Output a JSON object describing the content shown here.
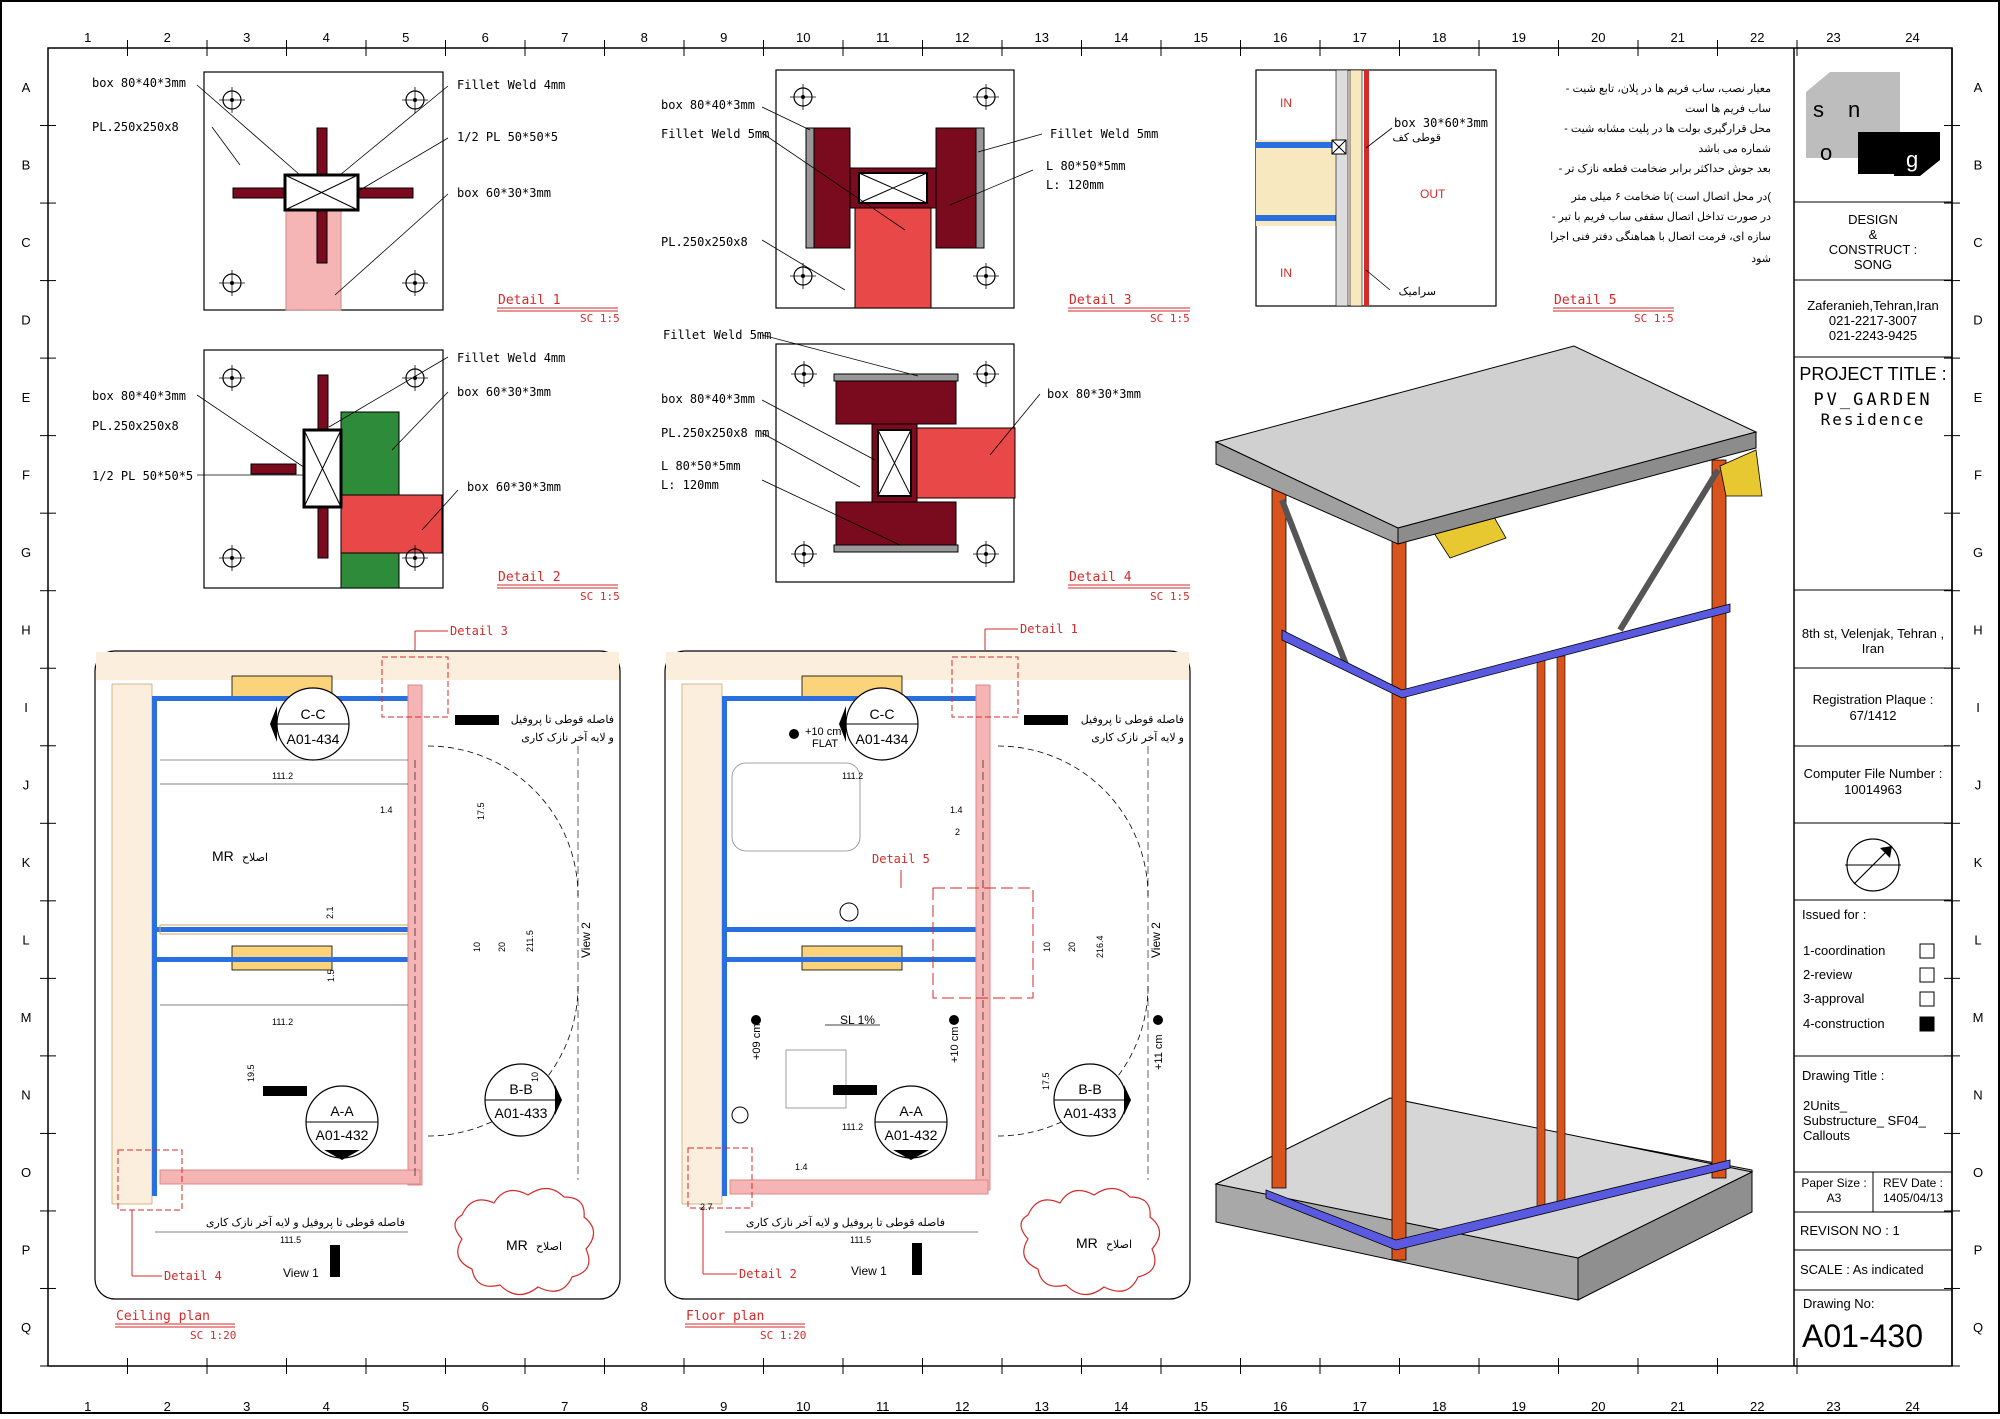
{
  "grid": {
    "columns": [
      "1",
      "2",
      "3",
      "4",
      "5",
      "6",
      "7",
      "8",
      "9",
      "10",
      "11",
      "12",
      "13",
      "14",
      "15",
      "16",
      "17",
      "18",
      "19",
      "20",
      "21",
      "22"
    ],
    "tb_columns": [
      "23",
      "24"
    ],
    "rows": [
      "A",
      "B",
      "C",
      "D",
      "E",
      "F",
      "G",
      "H",
      "I",
      "J",
      "K",
      "L",
      "M",
      "N",
      "O",
      "P",
      "Q"
    ]
  },
  "detail1": {
    "labels": [
      "box 80*40*3mm",
      "PL.250x250x8",
      "Fillet Weld 4mm",
      "1/2 PL 50*50*5",
      "box 60*30*3mm"
    ],
    "title": "Detail 1",
    "scale": "SC  1:5"
  },
  "detail2": {
    "labels": [
      "Fillet Weld 4mm",
      "box 80*40*3mm",
      "PL.250x250x8",
      "box 60*30*3mm",
      "1/2 PL 50*50*5",
      "box 60*30*3mm"
    ],
    "title": "Detail 2",
    "scale": "SC  1:5"
  },
  "detail3": {
    "labels": [
      "box 80*40*3mm",
      "Fillet Weld 5mm",
      "PL.250x250x8",
      "Fillet Weld 5mm",
      "L 80*50*5mm",
      "L: 120mm"
    ],
    "title": "Detail 3",
    "scale": "SC  1:5"
  },
  "detail4": {
    "labels": [
      "Fillet Weld 5mm",
      "box 80*40*3mm",
      "PL.250x250x8 mm",
      "L 80*50*5mm",
      "L: 120mm",
      "box 80*30*3mm"
    ],
    "title": "Detail 4",
    "scale": "SC  1:5"
  },
  "detail5": {
    "labels": [
      "IN",
      "IN",
      "OUT",
      "box 30*60*3mm",
      "قوطی کف",
      "سرامیک"
    ],
    "title": "Detail 5",
    "scale": "SC  1:5"
  },
  "notes": [
    "- معیار نصب، ساب فریم ها در پلان، تابع شیت",
    "ساب فریم ها است",
    "- محل قرارگیری بولت ها در پلیت مشابه شیت",
    "شماره   می باشد",
    "- بعد جوش حداکثر برابر ضخامت قطعه نازک تر",
    "در محل اتصال است )تا ضخامت ۶ میلی متر(",
    "- در صورت تداخل اتصال سقفی ساب فریم با تیر",
    "سازه ای، فرمت اتصال با هماهنگی دفتر فنی اجرا",
    "شود"
  ],
  "ceiling_plan": {
    "title": "Ceiling plan",
    "scale": "SC  1:20",
    "callout_top": "Detail 3",
    "callout_bottom": "Detail 4",
    "section_cc": "C-C",
    "section_cc_ref": "A01-434",
    "section_aa": "A-A",
    "section_aa_ref": "A01-432",
    "section_bb": "B-B",
    "section_bb_ref": "A01-433",
    "note_top_1": "فاصله قوطی تا پروفیل",
    "note_top_2": "و لایه آخر نازک کاری",
    "note_bottom": "فاصله قوطی تا پروفیل و لایه آخر نازک کاری",
    "room_label": "MR",
    "room_label_fa": "اصلاح",
    "cloud_label": "MR",
    "cloud_label_fa": "اصلاح",
    "view1": "View 1",
    "view2": "View 2",
    "dims": [
      "111.2",
      "111.2",
      "111.5",
      "1.4",
      "17.5",
      "2.1",
      "10",
      "20",
      "211.5",
      "1.5",
      "10",
      "19.5"
    ]
  },
  "floor_plan": {
    "title": "Floor plan",
    "scale": "SC  1:20",
    "callout_top": "Detail 1",
    "callout_mid": "Detail 5",
    "callout_bottom": "Detail 2",
    "section_cc": "C-C",
    "section_cc_ref": "A01-434",
    "section_aa": "A-A",
    "section_aa_ref": "A01-432",
    "section_bb": "B-B",
    "section_bb_ref": "A01-433",
    "note_top_1": "فاصله قوطی تا پروفیل",
    "note_top_2": "و لایه آخر نازک کاری",
    "note_bottom": "فاصله قوطی تا پروفیل و لایه آخر نازک کاری",
    "flat_level": "+10 cm",
    "flat": "FLAT",
    "lvl1": "+09 cm",
    "lvl2": "+10 cm",
    "lvl3": "+11 cm",
    "slope": "SL 1%",
    "cloud_label": "MR",
    "cloud_label_fa": "اصلاح",
    "view1": "View 1",
    "view2": "View 2",
    "dims": [
      "111.2",
      "111.2",
      "111.5",
      "1.4",
      "2",
      "10",
      "20",
      "216.4",
      "17.5",
      "2.7",
      "1.4"
    ]
  },
  "title_block": {
    "design_lines": [
      "DESIGN",
      "&",
      "CONSTRUCT :",
      "SONG"
    ],
    "logo_letters": [
      "s",
      "o",
      "n",
      "g"
    ],
    "address_lines": [
      "Zaferanieh,Tehran,Iran",
      "021-2217-3007",
      "021-2243-9425"
    ],
    "project_title_label": "PROJECT TITLE :",
    "project_name_1": "PV_GARDEN",
    "project_name_2": "Residence",
    "site_lines": [
      "8th st, Velenjak, Tehran ,",
      "Iran"
    ],
    "reg_lines": [
      "Registration Plaque :",
      "67/1412"
    ],
    "file_lines": [
      "Computer File Number :",
      "10014963"
    ],
    "issued_for": "Issued for :",
    "issues": [
      {
        "label": "1-coordination",
        "checked": false
      },
      {
        "label": "2-review",
        "checked": false
      },
      {
        "label": "3-approval",
        "checked": false
      },
      {
        "label": "4-construction",
        "checked": true
      }
    ],
    "drawing_title_label": "Drawing Title :",
    "drawing_title_lines": [
      "2Units_",
      "Substructure_ SF04_",
      "Callouts"
    ],
    "paper_size_label": "Paper Size :",
    "paper_size": "A3",
    "rev_date_label": "REV Date :",
    "rev_date": "1405/04/13",
    "revision": "REVISON NO :  1",
    "scale": "SCALE :  As indicated",
    "drawing_no_label": "Drawing No:",
    "drawing_no": "A01-430"
  },
  "colors": {
    "steel_dark": "#7a0b1e",
    "steel_light": "#e84848",
    "pink": "#f5b5b5",
    "green": "#2e8b3a",
    "blue_rail": "#5a5ae0",
    "orange_post": "#d9541c",
    "concrete": "#a8a8a8",
    "accent_red": "#d42a2a"
  }
}
